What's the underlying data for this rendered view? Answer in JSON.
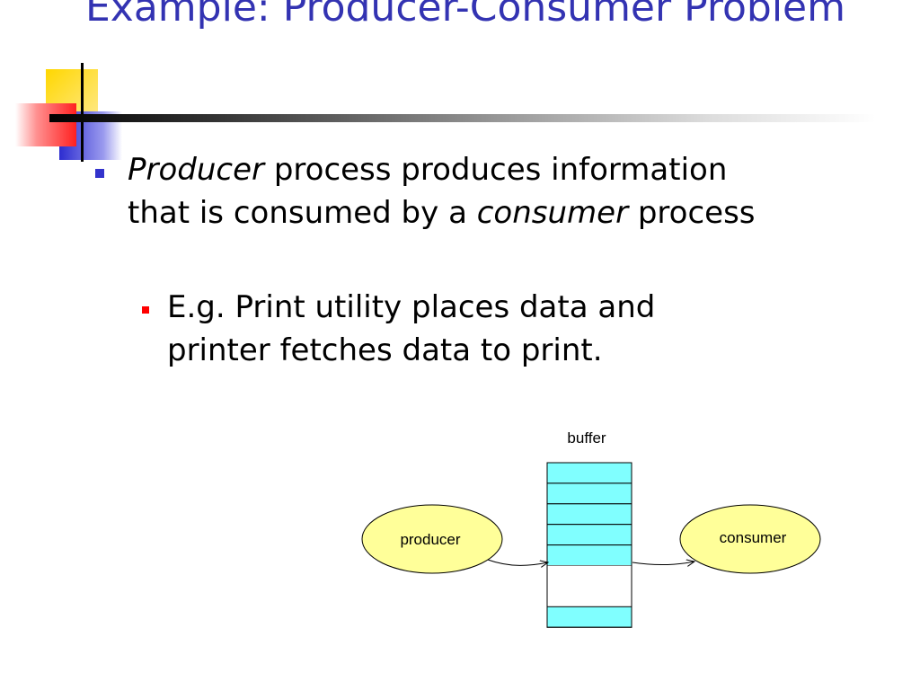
{
  "slide": {
    "title": "Example: Producer-Consumer Problem",
    "bullet1": {
      "term_producer": "Producer",
      "text_a": " process produces information that is consumed by a ",
      "term_consumer": "consumer",
      "text_b": " process"
    },
    "bullet2": {
      "text": "E.g. Print utility places data and printer fetches data to print."
    },
    "diagram": {
      "buffer_label": "buffer",
      "producer_label": "producer",
      "consumer_label": "consumer",
      "slots": [
        "filled",
        "filled",
        "filled",
        "filled",
        "filled",
        "empty",
        "empty",
        "filled"
      ]
    },
    "colors": {
      "title": "#3333b2",
      "level1_bullet": "#3333cc",
      "level2_bullet": "#ff0000",
      "ellipse_fill": "#ffff99",
      "buffer_filled": "#80ffff"
    }
  }
}
